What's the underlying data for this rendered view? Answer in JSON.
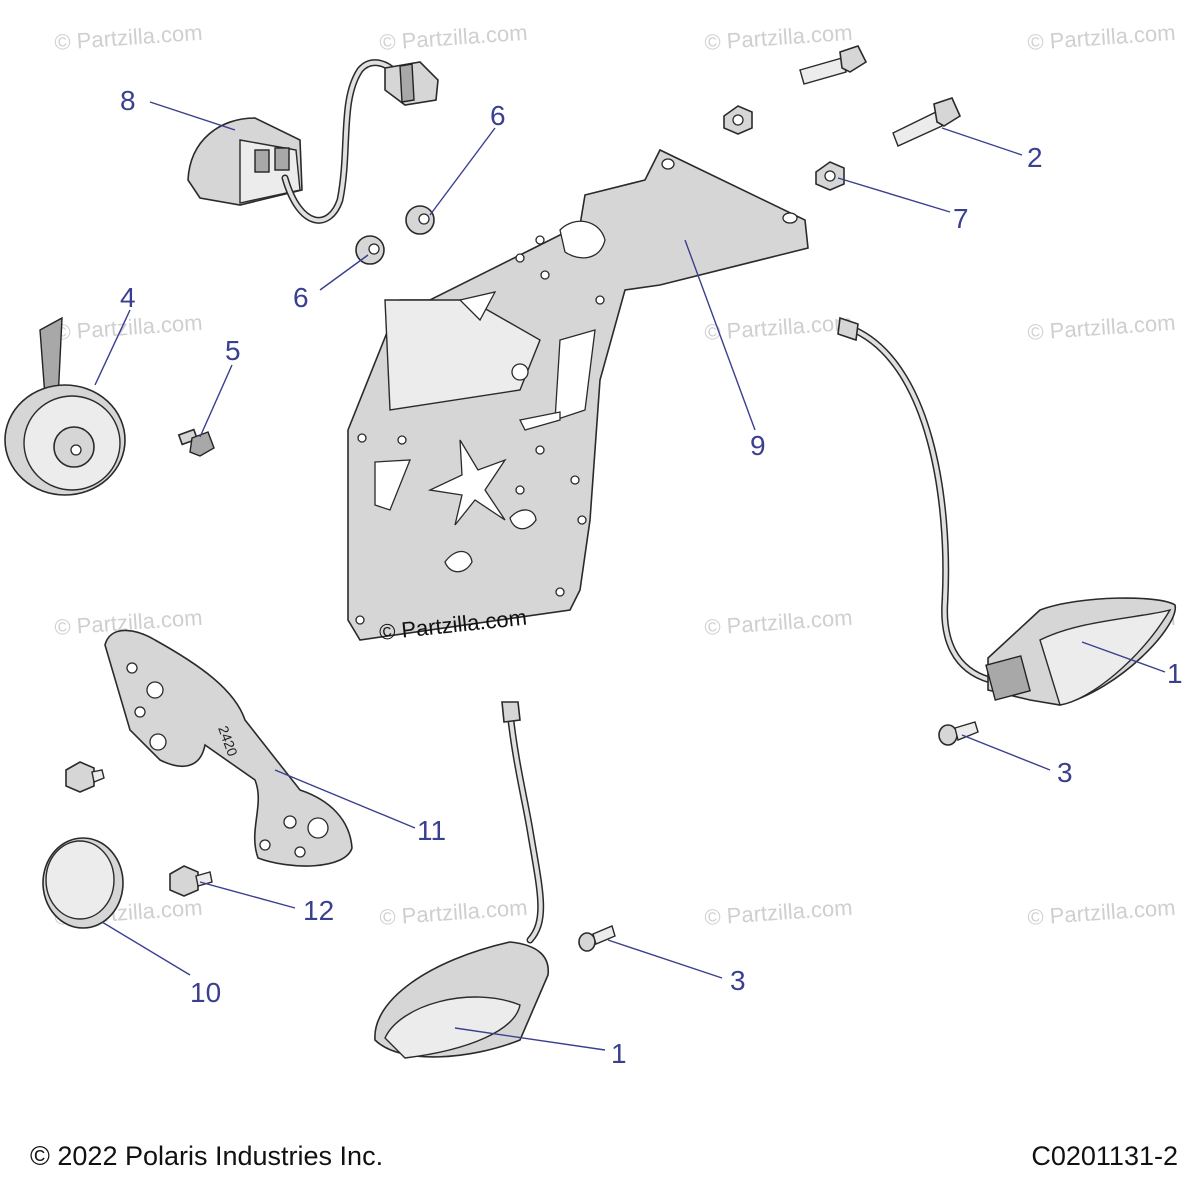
{
  "watermark": "© Partzilla.com",
  "center_watermark": "© Partzilla.com",
  "copyright": "© 2022 Polaris Industries Inc.",
  "drawing_id": "C0201131-2",
  "plate_stamp": "2420",
  "callouts": {
    "c1a": "1",
    "c1b": "1",
    "c2": "2",
    "c3a": "3",
    "c3b": "3",
    "c4": "4",
    "c5": "5",
    "c6a": "6",
    "c6b": "6",
    "c7": "7",
    "c8": "8",
    "c9": "9",
    "c10": "10",
    "c11": "11",
    "c12": "12"
  },
  "colors": {
    "callout": "#3a3f8f",
    "line": "#2a2a2a",
    "metal": "#d6d6d6"
  }
}
